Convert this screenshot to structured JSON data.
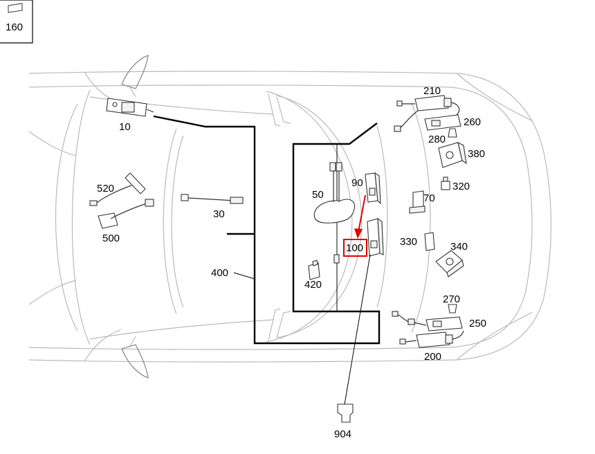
{
  "diagram": {
    "accent_color": "#e00000",
    "corner_callout": {
      "label": "160",
      "icon": "part-box-icon"
    },
    "callouts": {
      "c10": "10",
      "c30": "30",
      "c50": "50",
      "c70": "70",
      "c90": "90",
      "c100": "100",
      "c200": "200",
      "c210": "210",
      "c250": "250",
      "c260": "260",
      "c270": "270",
      "c280": "280",
      "c320": "320",
      "c330": "330",
      "c340": "340",
      "c380": "380",
      "c400": "400",
      "c420": "420",
      "c500": "500",
      "c520": "520",
      "c904": "904"
    },
    "highlighted_callout": "100"
  }
}
